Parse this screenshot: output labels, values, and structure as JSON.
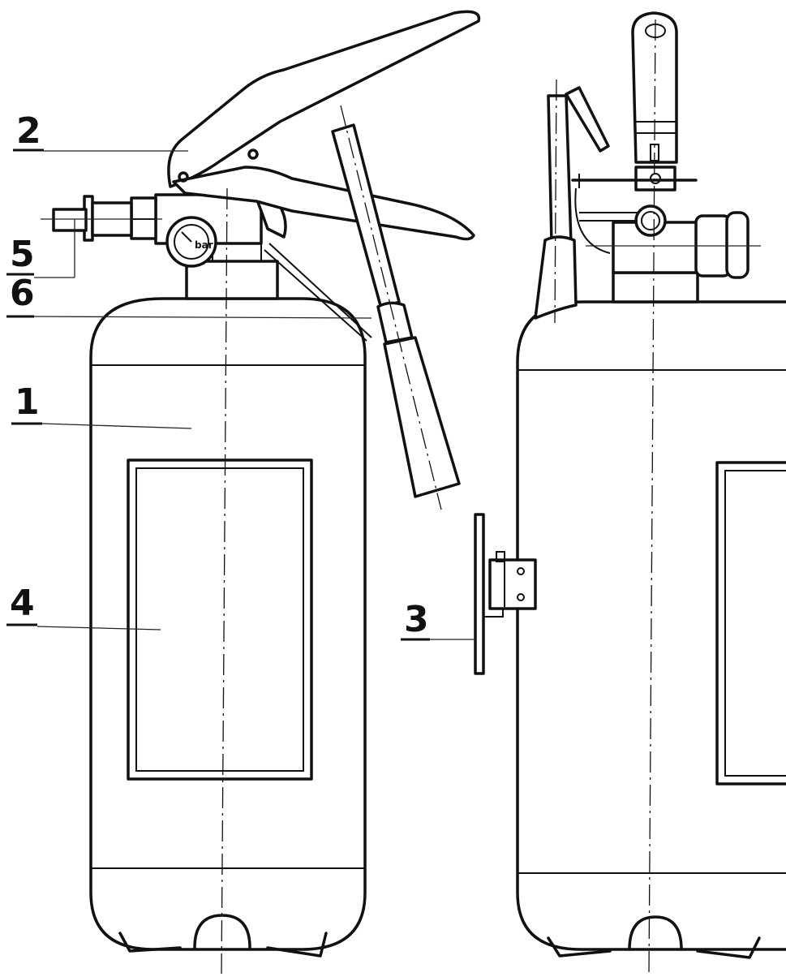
{
  "callouts": [
    {
      "id": "1",
      "text": "1"
    },
    {
      "id": "2",
      "text": "2"
    },
    {
      "id": "3",
      "text": "3"
    },
    {
      "id": "4",
      "text": "4"
    },
    {
      "id": "5",
      "text": "5"
    },
    {
      "id": "6",
      "text": "6"
    }
  ],
  "gauge": {
    "unit": "bar"
  }
}
